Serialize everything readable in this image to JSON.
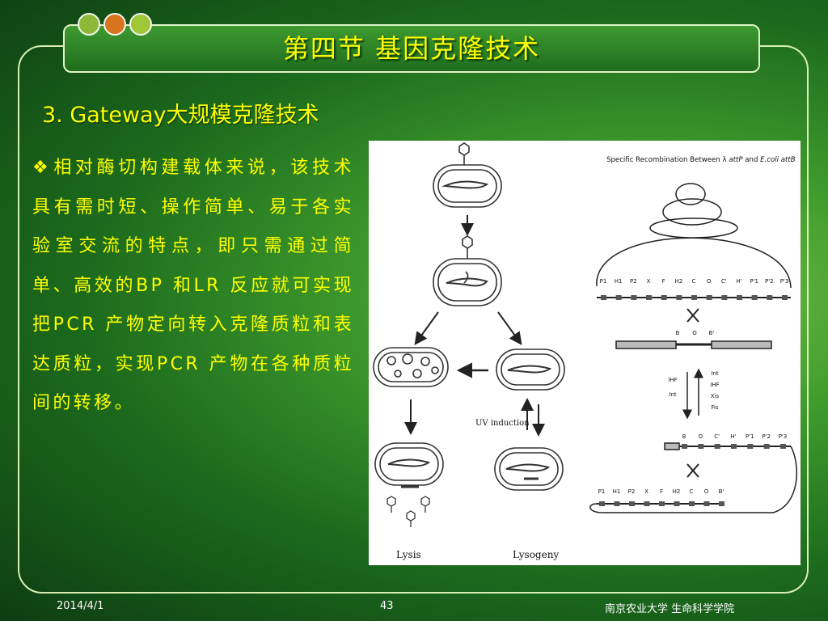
{
  "slide": {
    "title": "第四节  基因克隆技术",
    "subtitle": "3. Gateway大规模克隆技术",
    "bullet_icon": "❖",
    "body": "相对酶切构建载体来说，该技术具有需时短、操作简单、易于各实验室交流的特点，即只需通过简单、高效的BP 和LR 反应就可实现把PCR 产物定向转入克隆质粒和表达质粒，实现PCR 产物在各种质粒间的转移。"
  },
  "header": {
    "dot_colors": [
      "#8db83a",
      "#d8731f",
      "#9fc637"
    ]
  },
  "figure": {
    "left_panel": {
      "uv_label": "UV induction",
      "lysis_label": "Lysis",
      "lysogeny_label": "Lysogeny"
    },
    "right_panel": {
      "heading_prefix": "Specific Recombination Between λ ",
      "heading_att1": "attP",
      "heading_mid": " and ",
      "heading_ecoli": "E.coli",
      "heading_att2": " attB",
      "attp_sites": [
        "P1",
        "H1",
        "P2",
        "X",
        "F",
        "H2",
        "C",
        "O",
        "C'",
        "H'",
        "P'1",
        "P'2",
        "P'3"
      ],
      "attb_sites": [
        "B",
        "O",
        "B'"
      ],
      "forward_factors": [
        "Int",
        "IHF",
        "Xis",
        "Fis"
      ],
      "reverse_factors": [
        "IHF",
        "Int"
      ],
      "integrated_right_sites": [
        "B",
        "O",
        "C'",
        "H'",
        "P'1",
        "P'2",
        "P'3"
      ],
      "integrated_left_sites": [
        "P1",
        "H1",
        "P2",
        "X",
        "F",
        "H2",
        "C",
        "O",
        "B'"
      ]
    }
  },
  "footer": {
    "date": "2014/4/1",
    "page": "43",
    "org": "南京农业大学  生命科学学院"
  }
}
